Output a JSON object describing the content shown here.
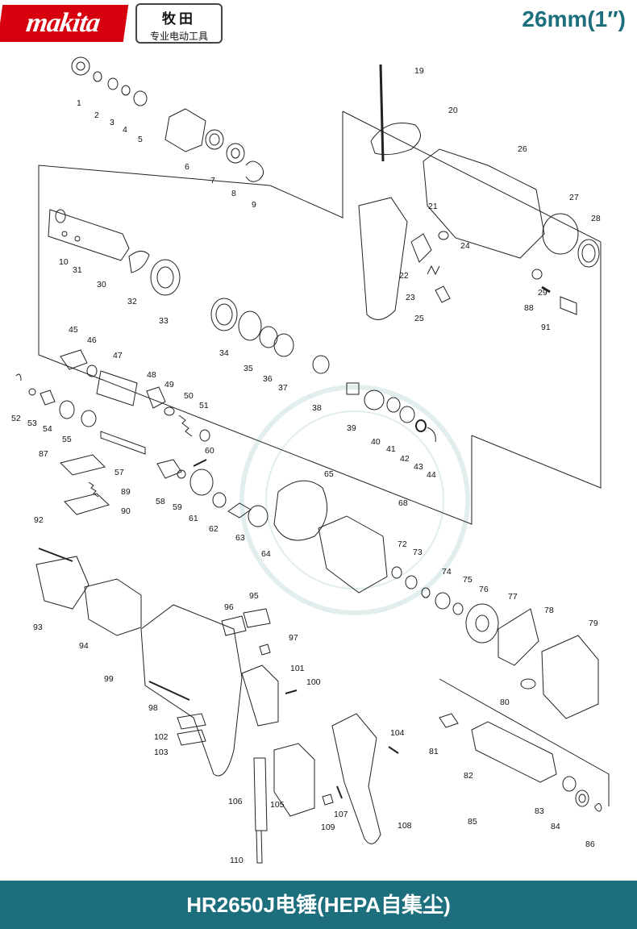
{
  "header": {
    "brand_logo_text": "makita",
    "brand_cn_main": "牧田",
    "brand_cn_sub": "专业电动工具",
    "size_label": "26mm(1″)"
  },
  "footer": {
    "title": "HR2650J电锤(HEPA自集尘)"
  },
  "colors": {
    "brand_red": "#d7000f",
    "accent_teal": "#1e6f7e"
  },
  "parts": [
    "1",
    "2",
    "3",
    "4",
    "5",
    "6",
    "7",
    "8",
    "9",
    "10",
    "19",
    "20",
    "21",
    "22",
    "23",
    "24",
    "25",
    "26",
    "27",
    "28",
    "29",
    "30",
    "31",
    "32",
    "33",
    "34",
    "35",
    "36",
    "37",
    "38",
    "39",
    "40",
    "41",
    "42",
    "43",
    "44",
    "45",
    "46",
    "47",
    "48",
    "49",
    "50",
    "51",
    "52",
    "53",
    "54",
    "55",
    "57",
    "58",
    "59",
    "60",
    "61",
    "62",
    "63",
    "64",
    "65",
    "68",
    "72",
    "73",
    "74",
    "75",
    "76",
    "77",
    "78",
    "79",
    "80",
    "81",
    "82",
    "83",
    "84",
    "85",
    "86",
    "87",
    "88",
    "89",
    "90",
    "91",
    "92",
    "93",
    "94",
    "95",
    "96",
    "97",
    "98",
    "99",
    "100",
    "101",
    "102",
    "103",
    "104",
    "105",
    "106",
    "107",
    "108",
    "109",
    "110"
  ]
}
